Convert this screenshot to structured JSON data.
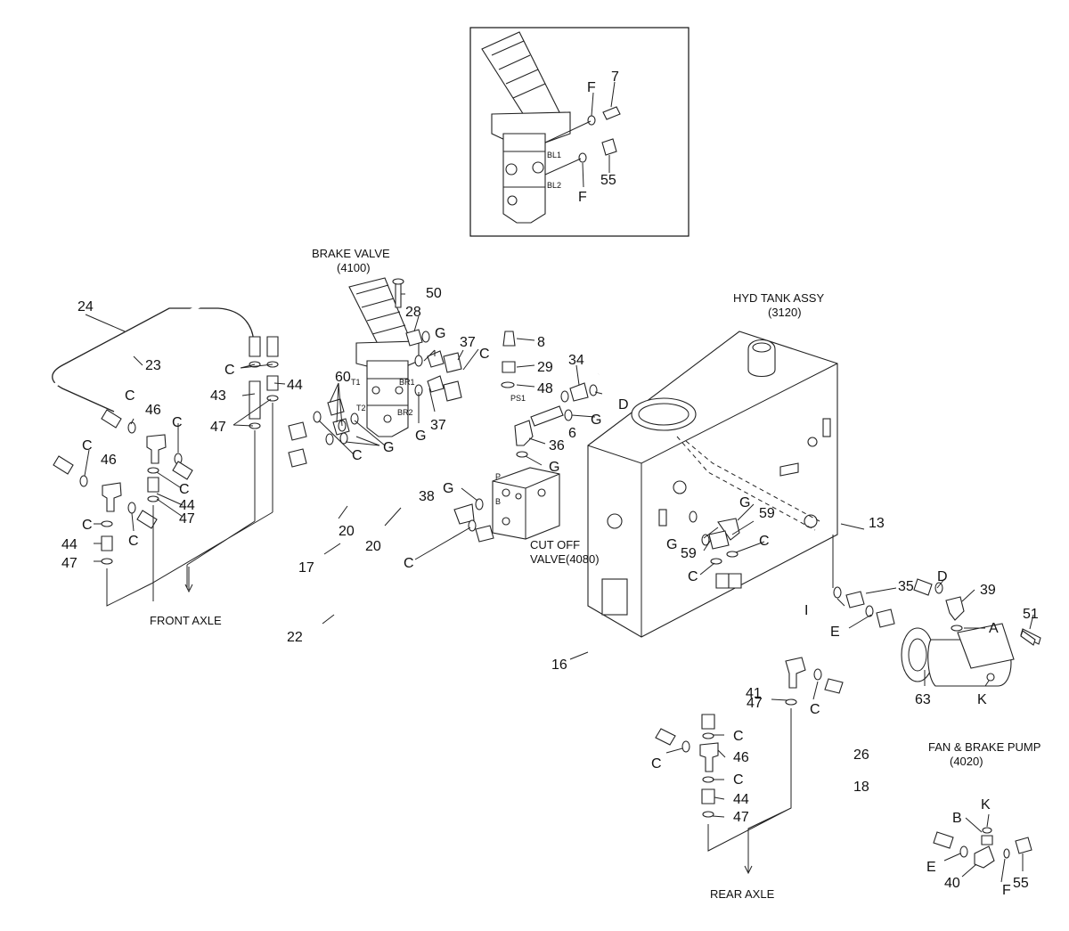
{
  "figure": {
    "titles": {
      "brake_valve": "BRAKE VALVE",
      "brake_valve_code": "(4100)",
      "hyd_tank": "HYD TANK ASSY",
      "hyd_tank_code": "(3120)",
      "cut_off_valve_1": "CUT OFF",
      "cut_off_valve_2": "VALVE(4080)",
      "fan_brake_pump": "FAN & BRAKE PUMP",
      "fan_brake_pump_code": "(4020)",
      "front_axle": "FRONT AXLE",
      "rear_axle": "REAR AXLE"
    },
    "port_labels": {
      "bl1": "BL1",
      "bl2": "BL2",
      "t1": "T1",
      "t2": "T2",
      "br1": "BR1",
      "br2": "BR2",
      "ps1": "PS1",
      "p": "P",
      "b": "B"
    },
    "callouts": {
      "c7": "7",
      "f_inset_a": "F",
      "f_inset_b": "F",
      "c55_inset": "55",
      "c50": "50",
      "c28": "28",
      "g28": "G",
      "c37a": "37",
      "c_37a": "C",
      "c8": "8",
      "c29": "29",
      "c34": "34",
      "c48": "48",
      "c24": "24",
      "c23": "23",
      "c_23": "C",
      "c44_top": "44",
      "c43": "43",
      "c47_top": "47",
      "c60": "60",
      "c37b": "37",
      "g_37b": "G",
      "c6": "6",
      "g_6": "G",
      "d_34": "D",
      "c36": "36",
      "g_36": "G",
      "c_60a": "C",
      "g_60": "G",
      "c_l1": "C",
      "c46a": "46",
      "c_46a": "C",
      "c_l2": "C",
      "c46b": "46",
      "c_44a": "C",
      "c44a": "44",
      "c47a": "47",
      "c_46b": "C",
      "c_44b": "C",
      "c44b": "44",
      "c47b": "47",
      "g_38": "G",
      "c38": "38",
      "c20a": "20",
      "c20b": "20",
      "c17": "17",
      "c_38": "C",
      "c22": "22",
      "c16": "16",
      "g_59a": "G",
      "c59a": "59",
      "g_59b": "G",
      "c59b": "59",
      "c_59": "C",
      "c_tank": "C",
      "c13": "13",
      "d_39": "D",
      "c39": "39",
      "c35": "35",
      "i_35": "I",
      "e_35": "E",
      "a_pump": "A",
      "c51": "51",
      "c63": "63",
      "k_pump": "K",
      "c41": "41",
      "c47c": "47",
      "c_41": "C",
      "c_26a": "C",
      "c_26b": "C",
      "c46c": "46",
      "c_26c": "C",
      "c44c": "44",
      "c47d": "47",
      "c26": "26",
      "c18": "18",
      "b_40": "B",
      "k_40": "K",
      "e_40": "E",
      "c40": "40",
      "f_40": "F",
      "c55": "55"
    }
  }
}
